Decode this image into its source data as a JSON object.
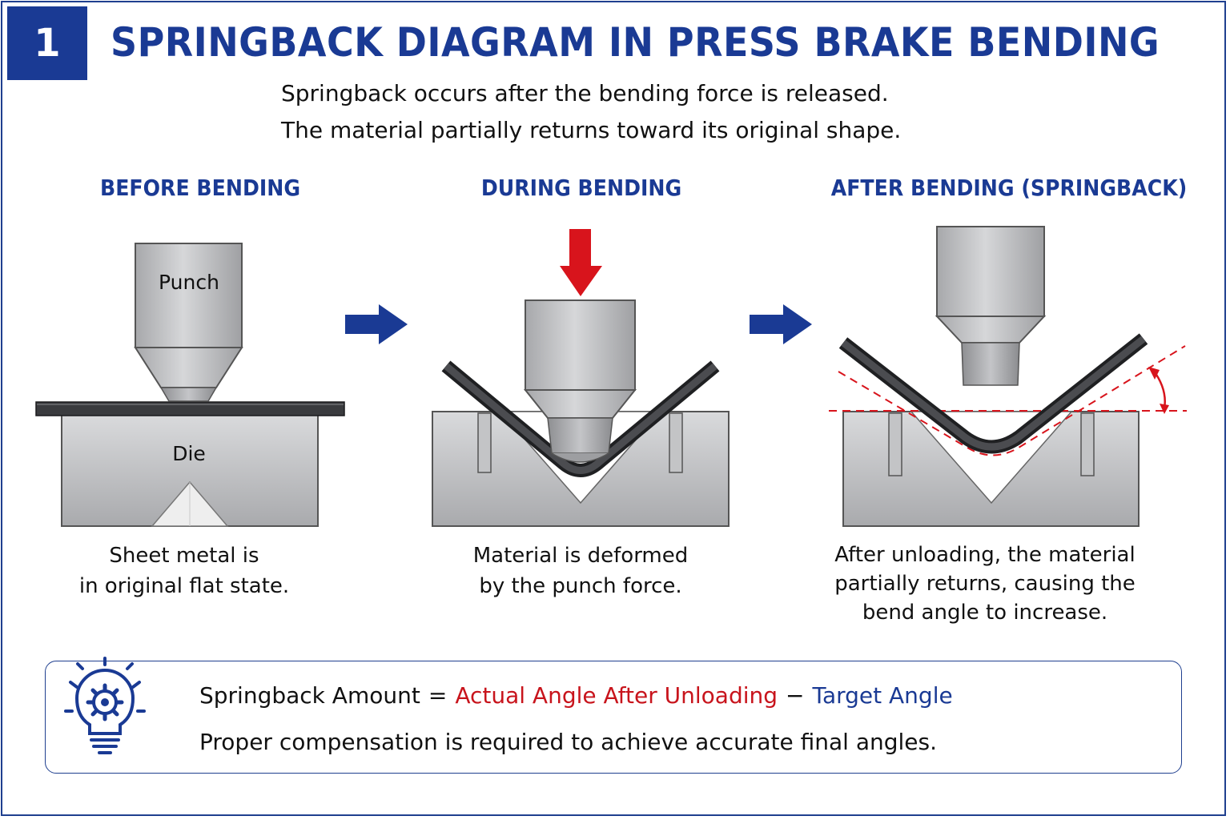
{
  "header": {
    "number": "1",
    "title": "SPRINGBACK DIAGRAM IN PRESS BRAKE BENDING"
  },
  "intro": {
    "line1": "Springback occurs after the bending force is released.",
    "line2": "The material partially returns toward its original shape."
  },
  "stages": [
    {
      "heading": "BEFORE BENDING",
      "punch_label": "Punch",
      "die_label": "Die",
      "caption": [
        "Sheet metal is",
        "in original flat state."
      ]
    },
    {
      "heading": "DURING BENDING",
      "caption": [
        "Material is deformed",
        "by the punch force."
      ]
    },
    {
      "heading": "AFTER BENDING (SPRINGBACK)",
      "caption": [
        "After unloading, the material",
        "partially returns, causing the",
        "bend angle to increase."
      ]
    }
  ],
  "formula": {
    "left": "Springback Amount",
    "equals": "=",
    "actual": "Actual Angle After Unloading",
    "minus": "−",
    "target": "Target Angle"
  },
  "note": "Proper compensation is required to achieve accurate final angles.",
  "icons": {
    "tip": "lightbulb-gear-icon",
    "arrow": "right-arrow-icon",
    "force": "down-arrow-icon"
  },
  "colors": {
    "brand_blue": "#1a3a94",
    "force_red": "#d8141c",
    "steel": "#b8b9bc",
    "sheet": "#2f3033"
  }
}
